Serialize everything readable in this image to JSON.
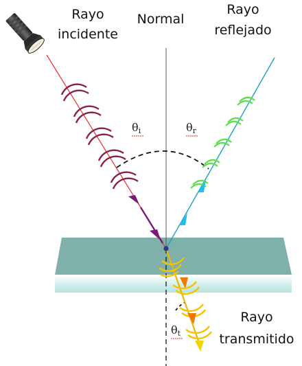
{
  "labels": {
    "incident_line1": "Rayo",
    "incident_line2": "incidente",
    "normal": "Normal",
    "reflected_line1": "Rayo",
    "reflected_line2": "reflejado",
    "transmitted_line1": "Rayo",
    "transmitted_line2": "transmitido"
  },
  "angles": {
    "incident_symbol": "θ",
    "incident_sub": "i",
    "reflected_symbol": "θ",
    "reflected_sub": "r",
    "transmitted_symbol": "θ",
    "transmitted_sub": "t"
  },
  "colors": {
    "incident_ray": "#e8302a",
    "incident_wave": "#8a1f4f",
    "incident_arrow": "#7a1a7a",
    "reflected_ray": "#1aa0c8",
    "reflected_wave": "#5fe04a",
    "reflected_arrow": "#1ec0f0",
    "transmitted_ray": "#f0b400",
    "transmitted_wave": "#f5c400",
    "transmitted_arrow": "#f07800",
    "glass_top": "#7fb0aa",
    "glass_front": "#d8f2f0",
    "normal_line": "#555555"
  },
  "icons": {
    "light_source": "flashlight-icon"
  }
}
